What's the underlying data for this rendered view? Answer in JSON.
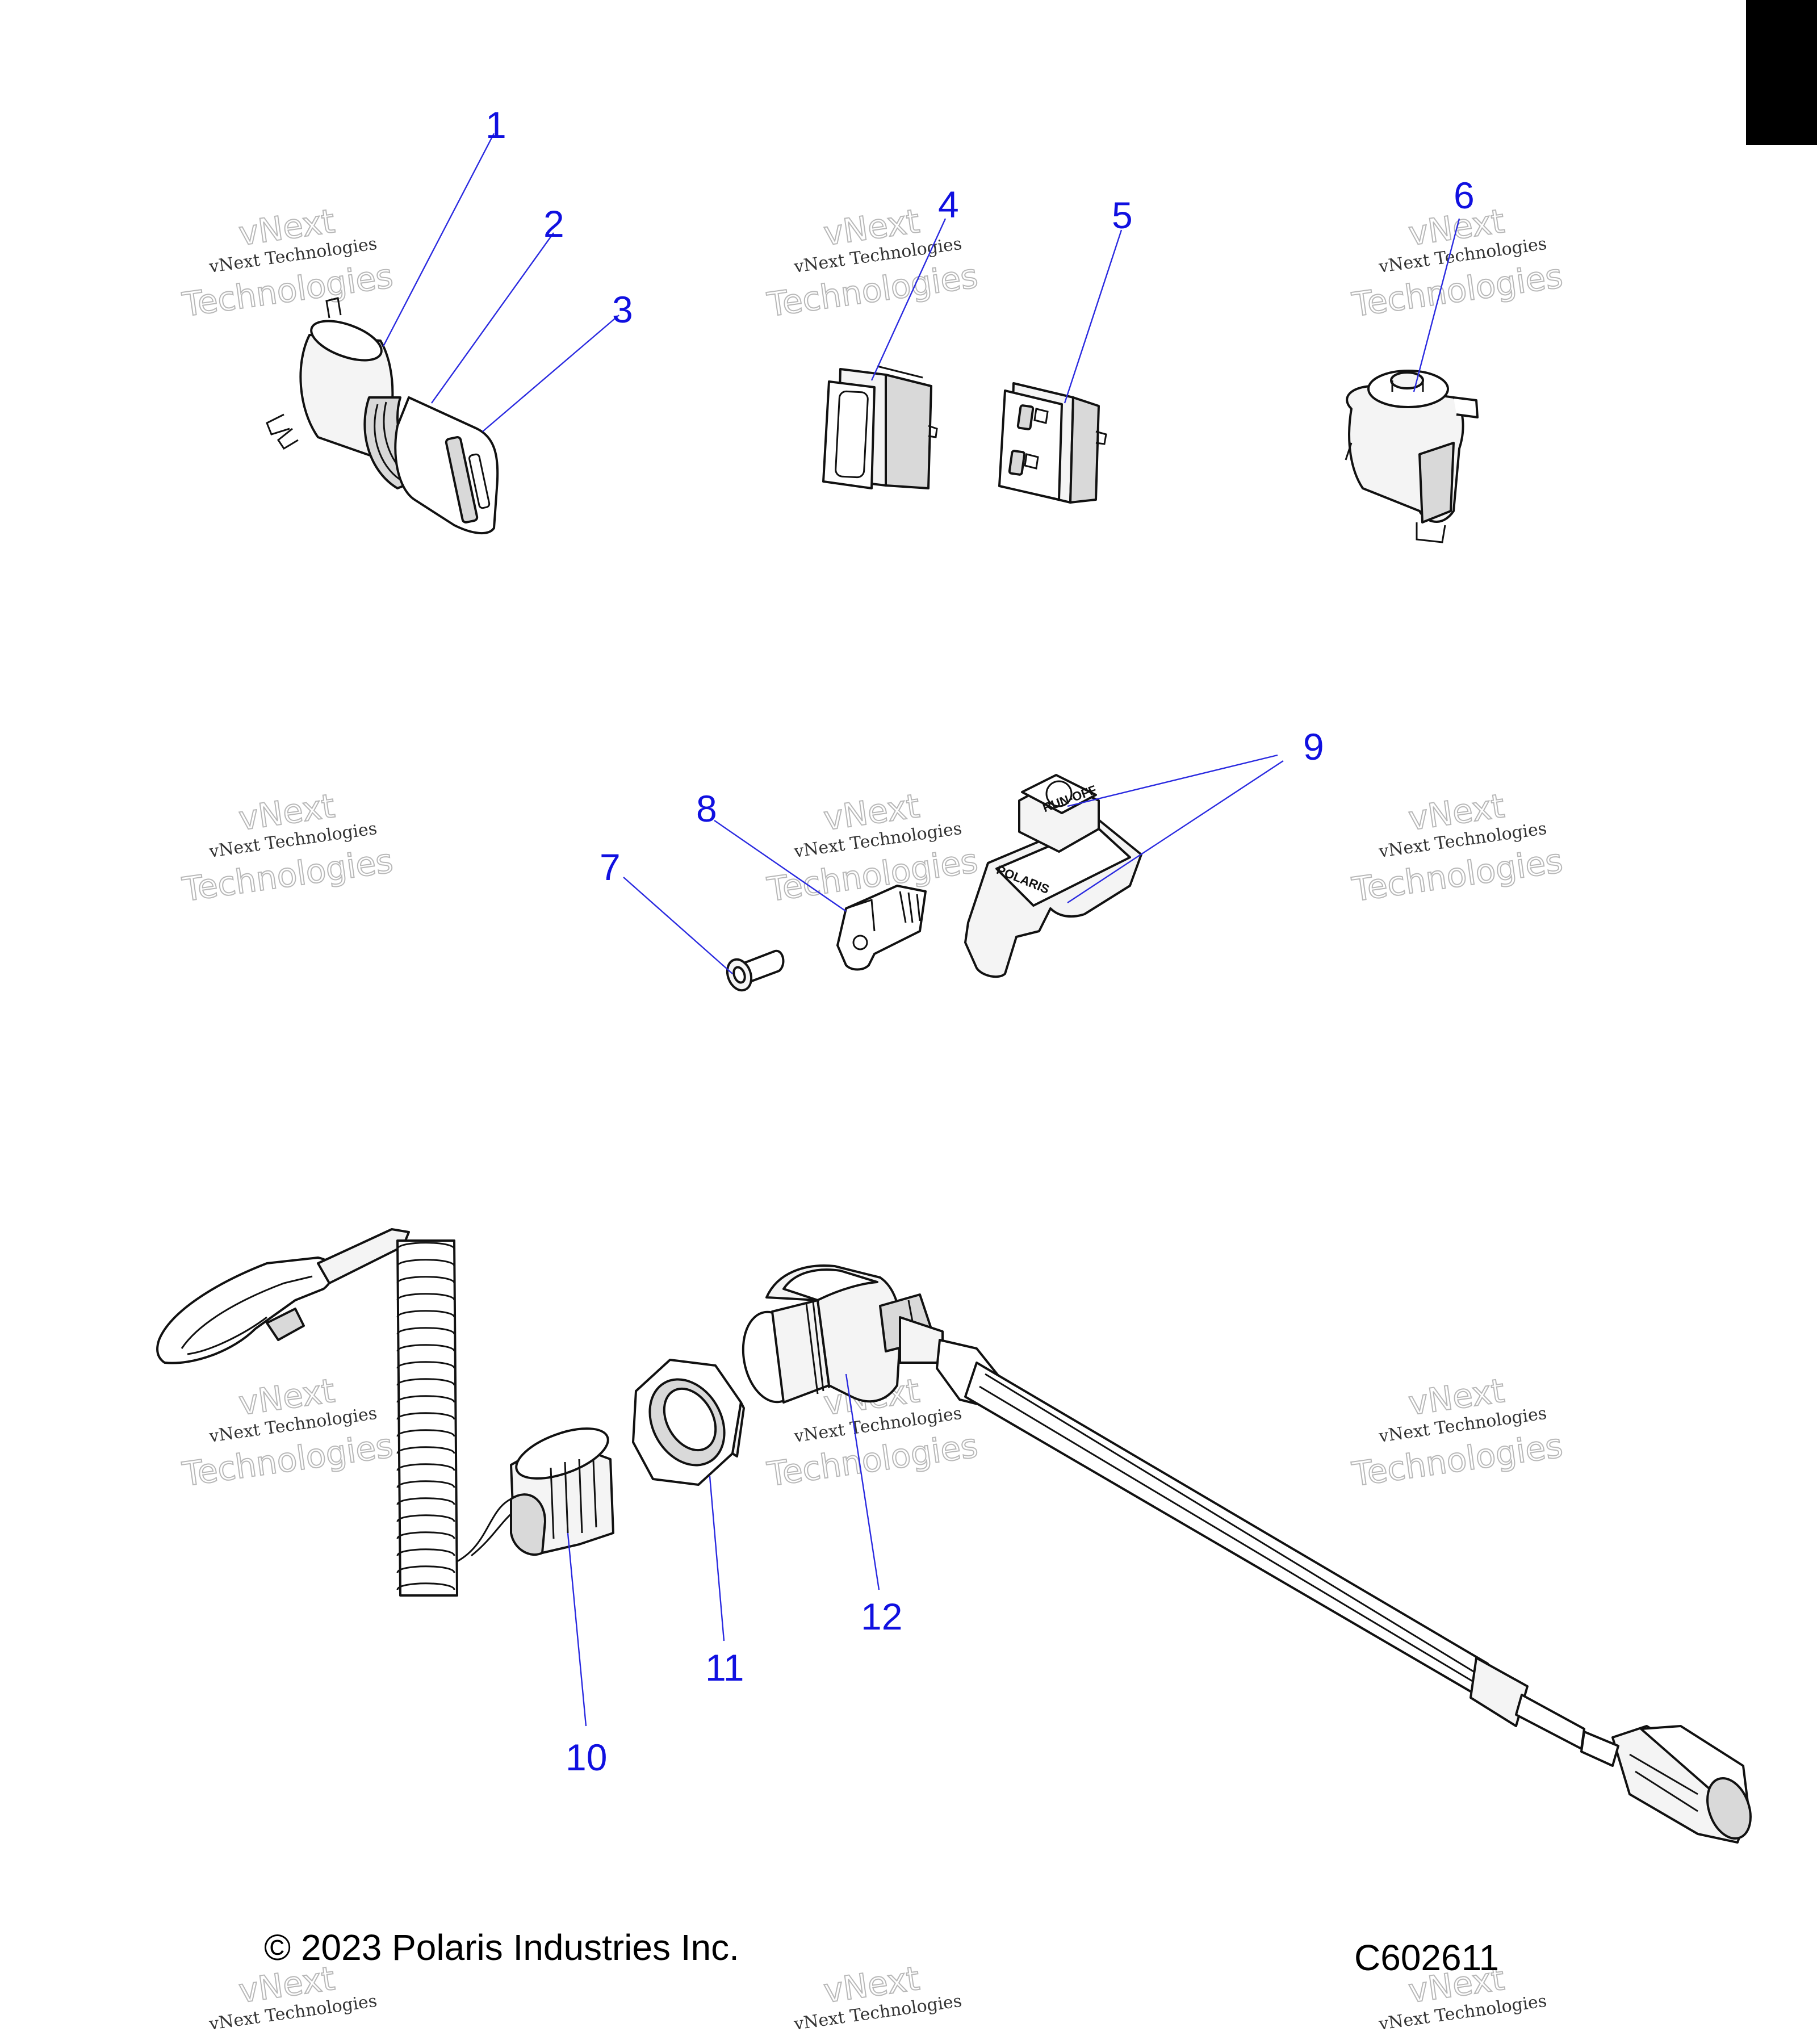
{
  "callouts": [
    "1",
    "2",
    "3",
    "4",
    "5",
    "6",
    "7",
    "8",
    "9",
    "10",
    "11",
    "12"
  ],
  "watermark": {
    "line1": "vNext Technologies",
    "line2": "vNext",
    "line3": "Technologies"
  },
  "part_text": {
    "polaris_logo": "POLARIS",
    "run_off": "RUN-OFF"
  },
  "footer": {
    "copyright": "© 2023 Polaris Industries Inc.",
    "figure_code": "C602611"
  },
  "colors": {
    "callout": "#1010e0",
    "leader": "#2a2ae0",
    "corner_tab": "#000000"
  }
}
